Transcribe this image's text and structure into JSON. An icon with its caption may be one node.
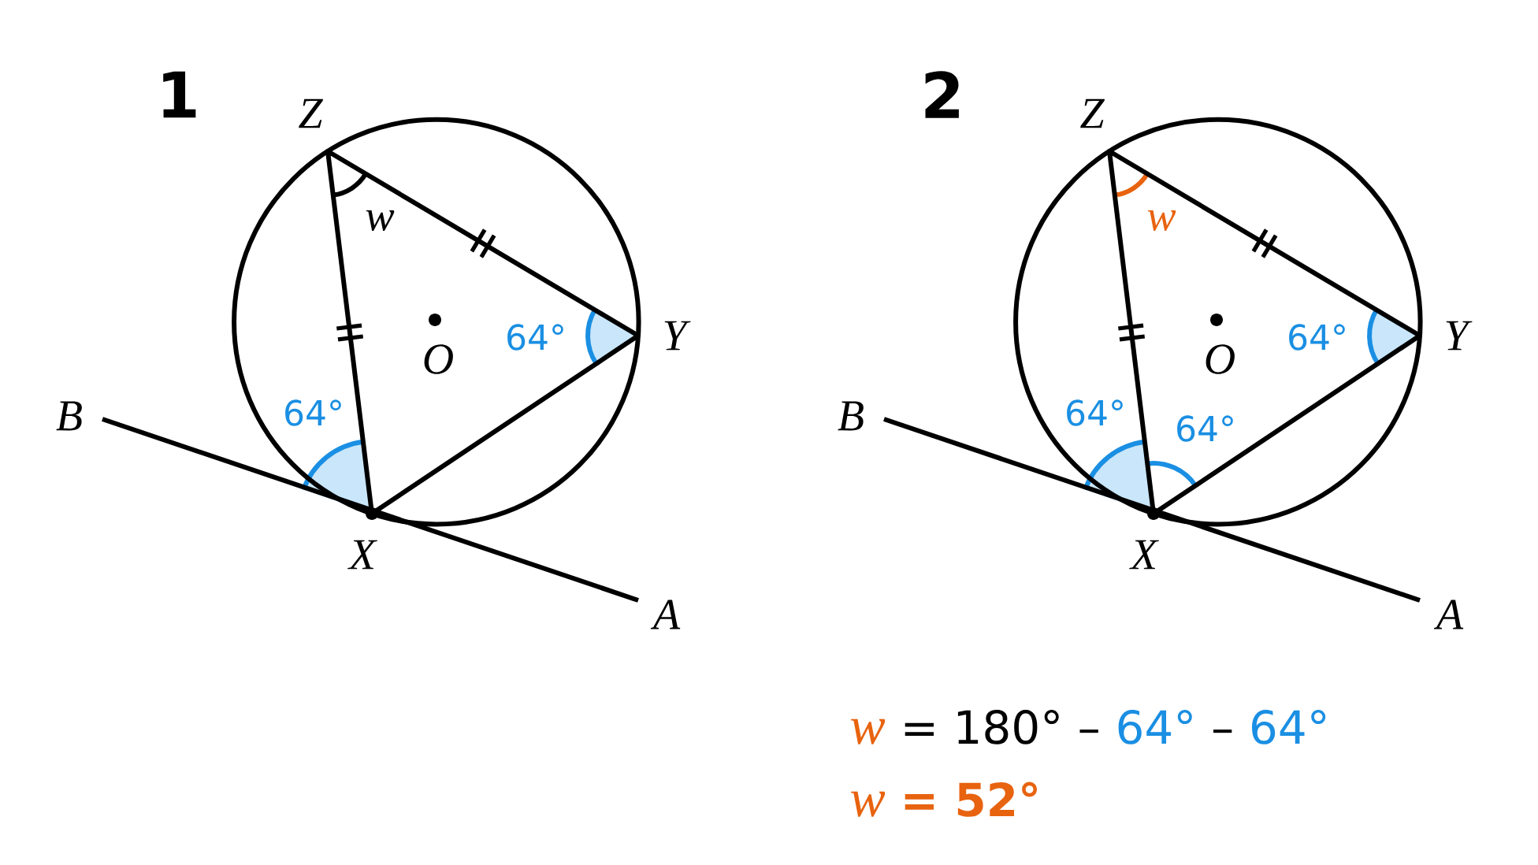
{
  "diagram": {
    "labels": [
      "1",
      "Z",
      "w",
      "O",
      "64°",
      "Y",
      "B",
      "64°",
      "X",
      "A",
      "2",
      "Z",
      "w",
      "O",
      "64°",
      "Y",
      "B",
      "64°",
      "64°",
      "X",
      "A",
      "w",
      "= 180° –",
      "64°",
      "–",
      "64°",
      "w",
      "= 52°"
    ]
  }
}
